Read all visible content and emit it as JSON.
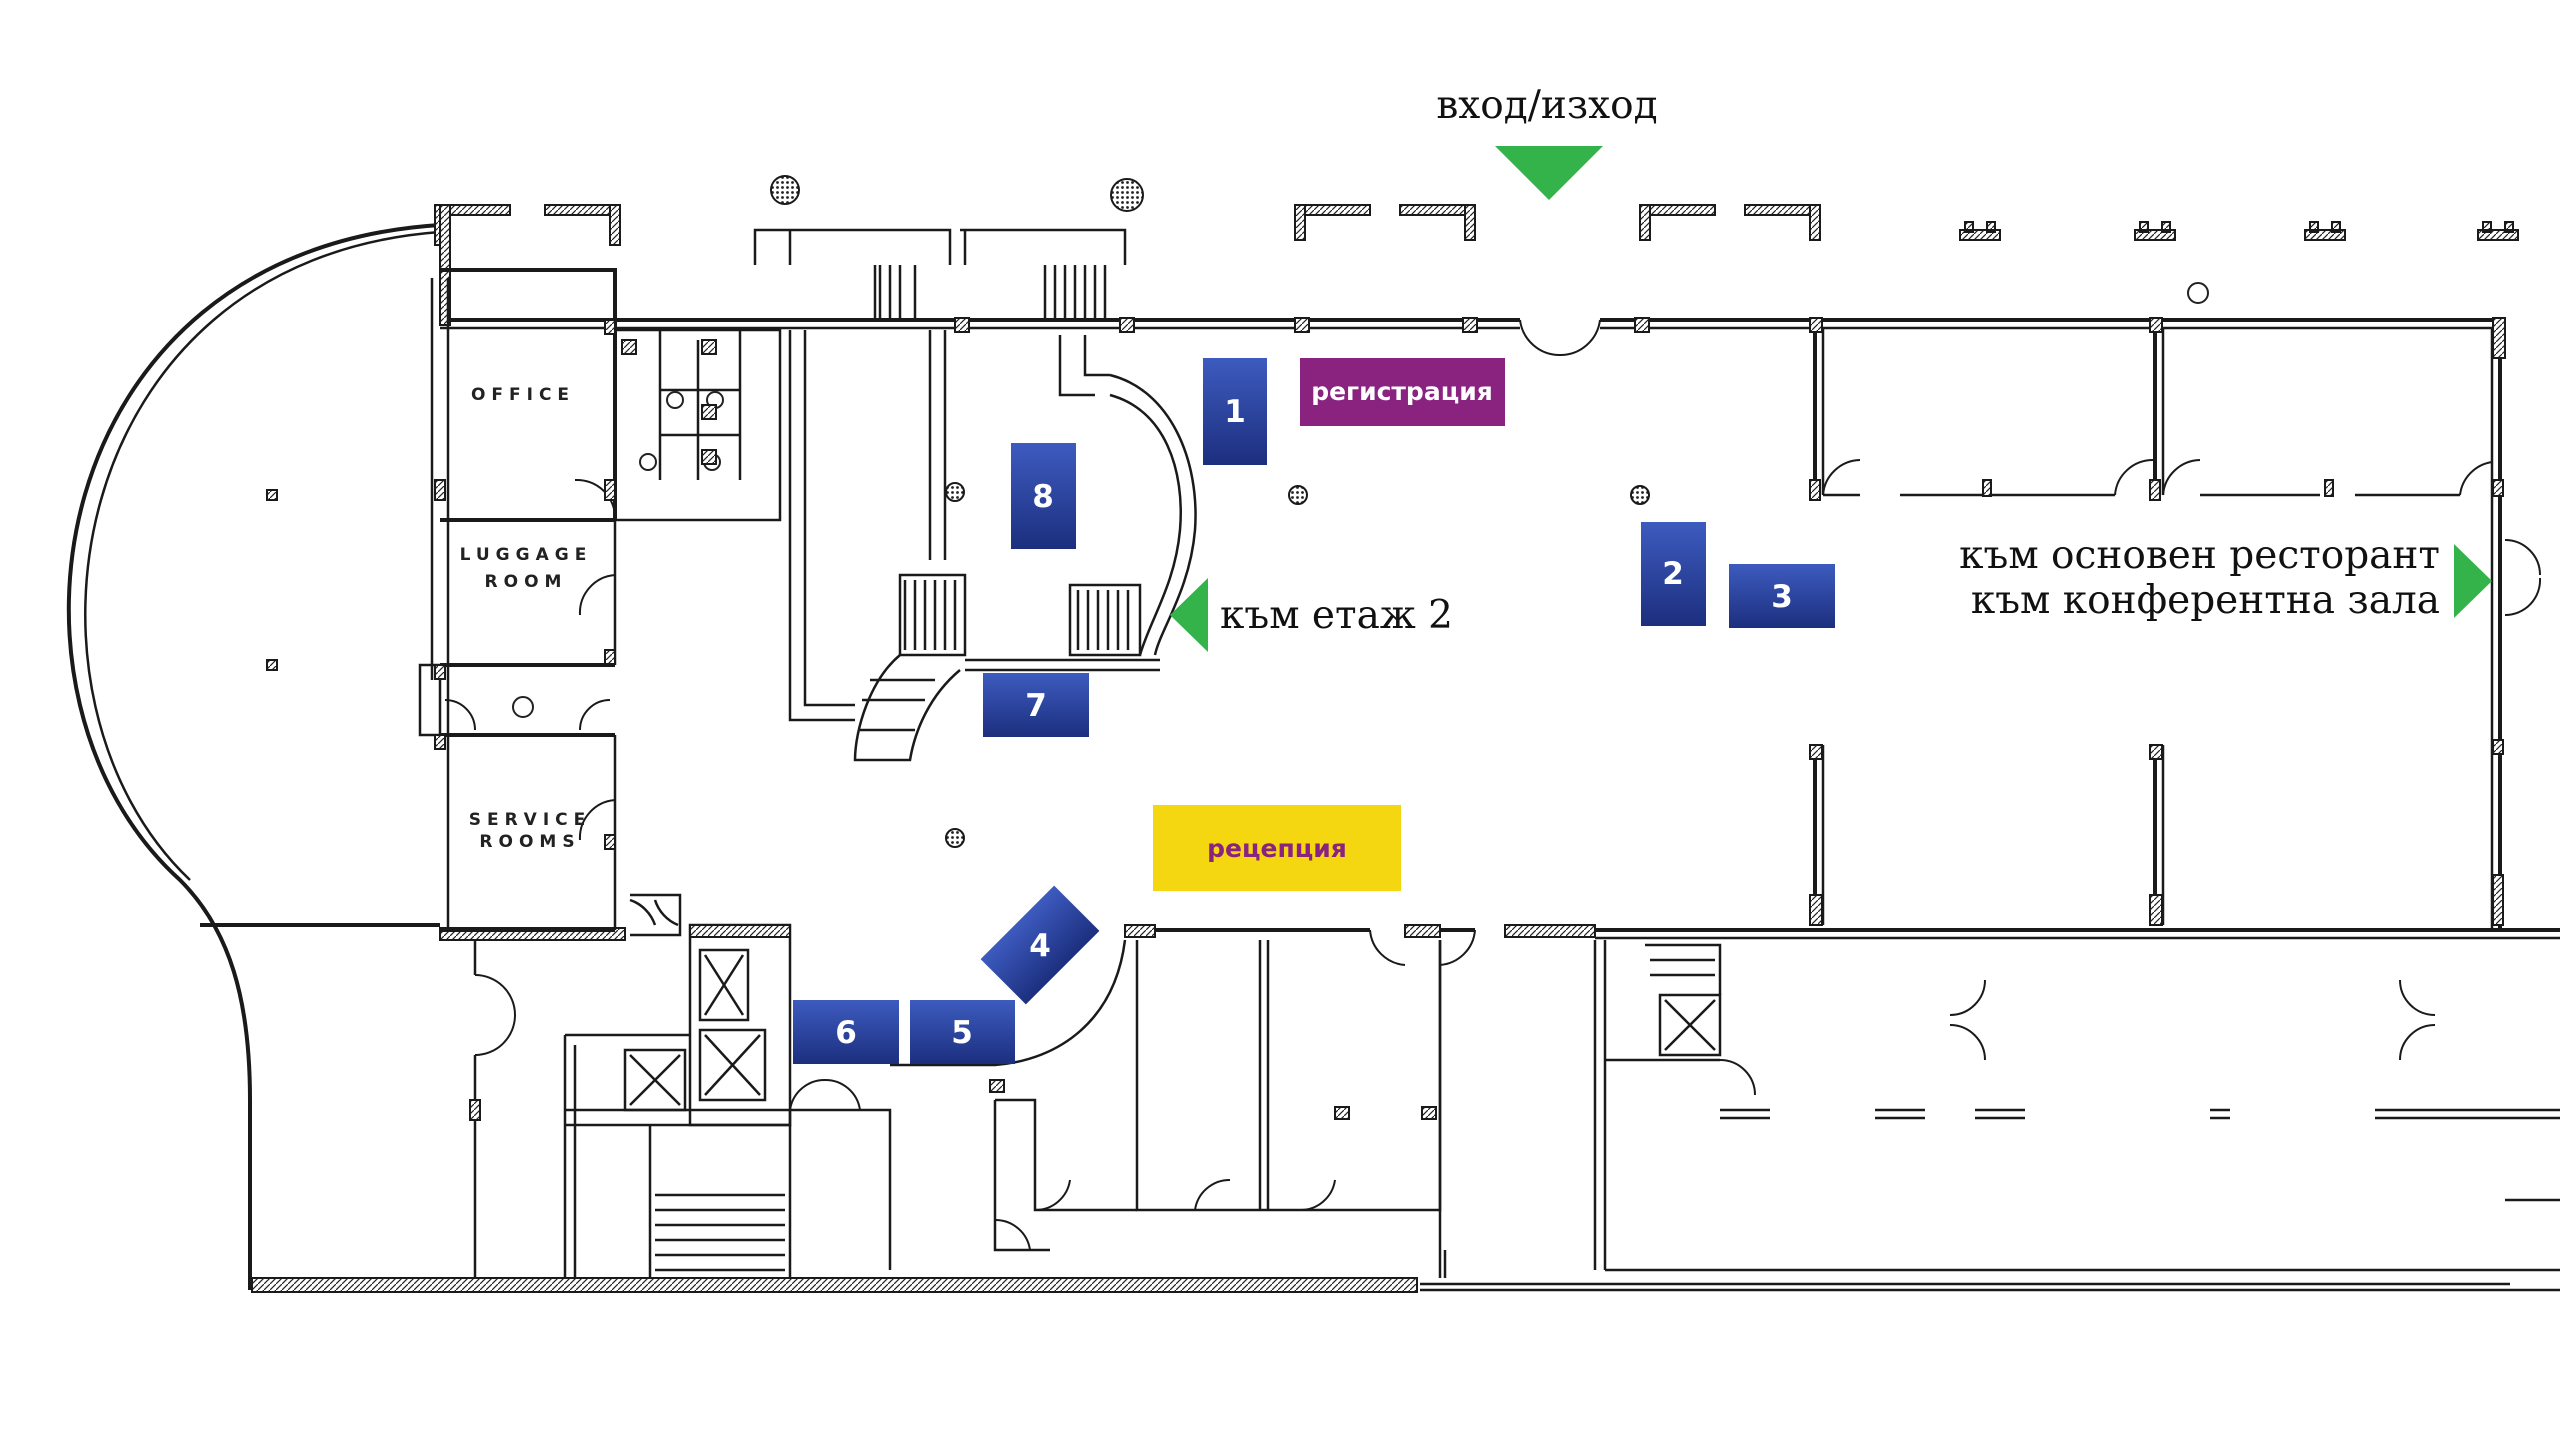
{
  "map": {
    "title": "Floor plan — ground floor",
    "colors": {
      "marker_blue_light": "#3d5bbf",
      "marker_blue_dark": "#1c2f7e",
      "registration_bg": "#8a2280",
      "reception_bg": "#f5d711",
      "reception_text": "#8a2280",
      "arrow_green": "#33b34a",
      "wall": "#1a1a1a"
    },
    "labels": {
      "entrance_exit": "вход/изход",
      "to_floor_2": "към етаж 2",
      "to_main_restaurant": "към основен ресторант",
      "to_conference_hall": "към конферентна зала",
      "registration": "регистрация",
      "reception": "рецепция"
    },
    "rooms": {
      "office": "OFFICE",
      "luggage_line1": "LUGGAGE",
      "luggage_line2": "ROOM",
      "service_line1": "SERVICE",
      "service_line2": "ROOMS"
    },
    "markers": [
      "1",
      "2",
      "3",
      "4",
      "5",
      "6",
      "7",
      "8"
    ],
    "icons": {
      "entrance": "triangle-down-icon",
      "floor2": "triangle-left-icon",
      "restaurant": "triangle-right-icon"
    }
  }
}
